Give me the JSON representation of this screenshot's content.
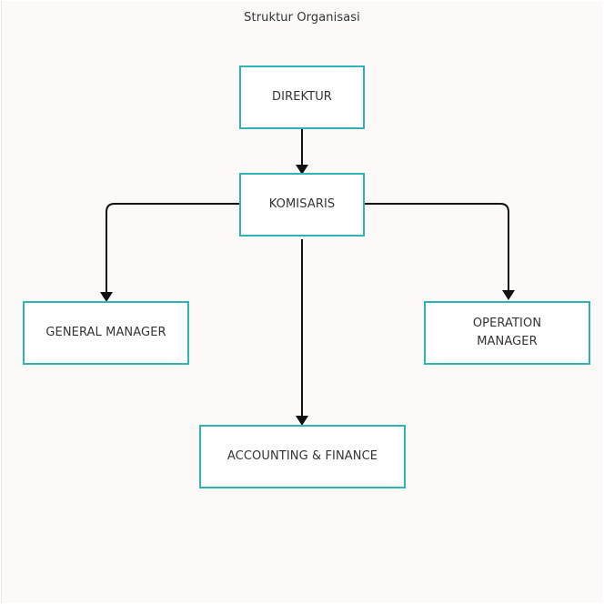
{
  "diagram": {
    "title": "Struktur Organisasi",
    "colors": {
      "node_border": "#2fb3b5",
      "connector": "#111111",
      "canvas": "#fbfaf8"
    },
    "nodes": {
      "direktur": "DIREKTUR",
      "komisaris": "KOMISARIS",
      "general_manager": "GENERAL MANAGER",
      "operation_manager": "OPERATION MANAGER",
      "accounting_finance": "ACCOUNTING & FINANCE"
    },
    "edges": [
      {
        "from": "DIREKTUR",
        "to": "KOMISARIS"
      },
      {
        "from": "KOMISARIS",
        "to": "GENERAL MANAGER"
      },
      {
        "from": "KOMISARIS",
        "to": "OPERATION MANAGER"
      },
      {
        "from": "KOMISARIS",
        "to": "ACCOUNTING & FINANCE"
      }
    ]
  }
}
